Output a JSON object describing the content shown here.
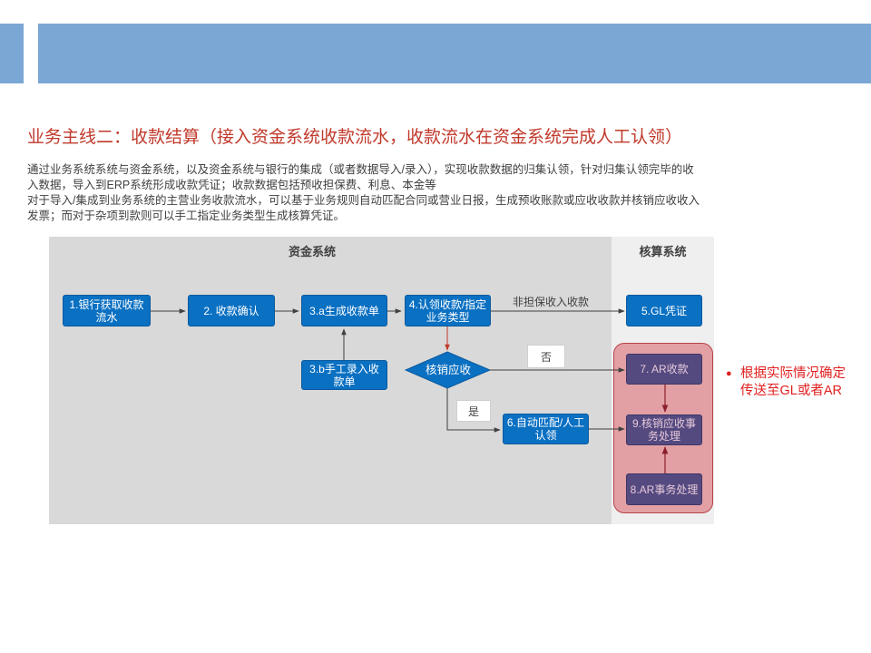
{
  "title": "业务主线二：收款结算（接入资金系统收款流水，收款流水在资金系统完成人工认领）",
  "description": [
    "通过业务系统系统与资金系统，以及资金系统与银行的集成（或者数据导入/录入），实现收款数据的归集认领，针对归集认领完毕的收",
    "入数据，导入到ERP系统形成收款凭证；收款数据包括预收担保费、利息、本金等",
    "对于导入/集成到业务系统的主营业务收款流水，可以基于业务规则自动匹配合同或营业日报，生成预收账款或应收收款并核销应收收入",
    "发票；而对于杂项到款则可以手工指定业务类型生成核算凭证。"
  ],
  "zones": {
    "fund_system": "资金系统",
    "accounting_system": "核算系统"
  },
  "nodes": {
    "n1": "1.银行获取收款流水",
    "n2": "2. 收款确认",
    "n3a": "3.a生成收款单",
    "n3b": "3.b手工录入收款单",
    "n4": "4.认领收款/指定业务类型",
    "n5": "5.GL凭证",
    "n6": "6.自动匹配/人工认领",
    "n7": "7. AR收款",
    "n8": "8.AR事务处理",
    "n9": "9.核销应收事务处理",
    "decision": "核销应收"
  },
  "edge_labels": {
    "non_guarantee": "非担保收入收款",
    "no": "否",
    "yes": "是"
  },
  "note": "根据实际情况确定传送至GL或者AR",
  "colors": {
    "header": "#7ba7d4",
    "title": "#c0392b",
    "node": "#0a70c2",
    "node_dark": "#544a80",
    "highlight_zone": "#e2a0a4",
    "note": "#e02020"
  }
}
